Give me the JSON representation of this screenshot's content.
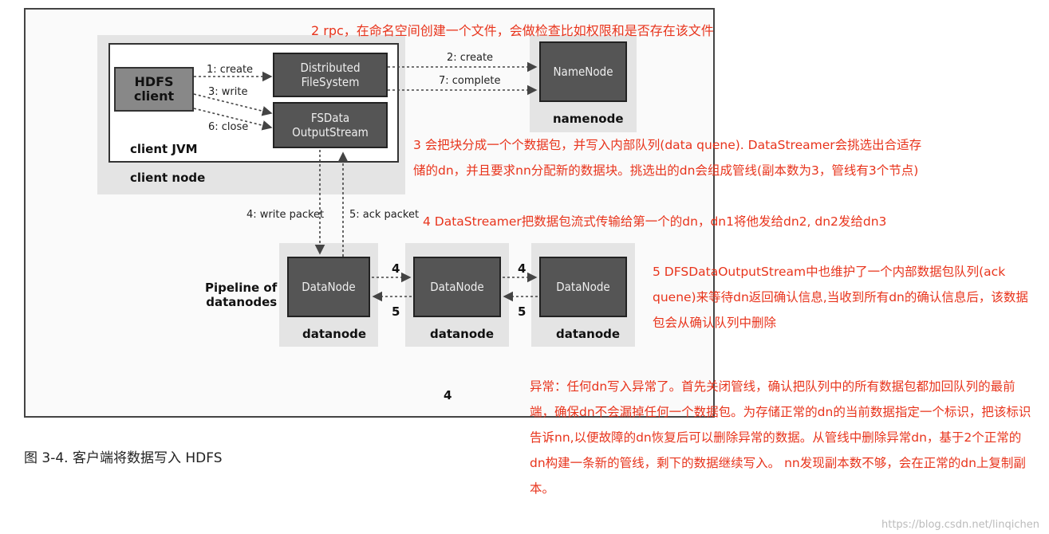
{
  "figure": {
    "client_node": {
      "hdfs_client": "HDFS\nclient",
      "client_jvm": "client JVM",
      "client_node_label": "client node",
      "distributed_fs": "Distributed\nFileSystem",
      "fsdata_output": "FSData\nOutputStream"
    },
    "namenode": {
      "box": "NameNode",
      "label": "namenode"
    },
    "steps": {
      "create1": "1: create",
      "write3": "3: write",
      "close6": "6: close",
      "create2": "2: create",
      "complete7": "7: complete",
      "write_packet4": "4: write packet",
      "ack_packet5": "5: ack packet"
    },
    "pipeline": {
      "label": "Pipeline of\ndatanodes",
      "datanode_box": "DataNode",
      "datanode_label": "datanode",
      "four": "4",
      "five": "5"
    },
    "page_number": "4"
  },
  "caption": "图 3-4. 客户端将数据写入 HDFS",
  "annotations": {
    "a2": "2 rpc，在命名空间创建一个文件，会做检查比如权限和是否存在该文件",
    "a3": "3 会把块分成一个个数据包，并写入内部队列(data quene). DataStreamer会挑选出合适存储的dn，并且要求nn分配新的数据块。挑选出的dn会组成管线(副本数为3，管线有3个节点)",
    "a4": "4 DataStreamer把数据包流式传输给第一个的dn，dn1将他发给dn2, dn2发给dn3",
    "a5": "5 DFSDataOutputStream中也维护了一个内部数据包队列(ack quene)来等待dn返回确认信息,当收到所有dn的确认信息后，该数据包会从确认队列中删除",
    "exception": "异常：任何dn写入异常了。首先关闭管线，确认把队列中的所有数据包都加回队列的最前端，确保dn不会漏掉任何一个数据包。为存储正常的dn的当前数据指定一个标识，把该标识告诉nn,以便故障的dn恢复后可以删除异常的数据。从管线中删除异常dn，基于2个正常的dn构建一条新的管线，剩下的数据继续写入。 nn发现副本数不够，会在正常的dn上复制副本。"
  },
  "watermark": "https://blog.csdn.net/linqichen",
  "colors": {
    "annotation": "#e8341c",
    "dark_box": "#555555",
    "light_box": "#888888"
  }
}
